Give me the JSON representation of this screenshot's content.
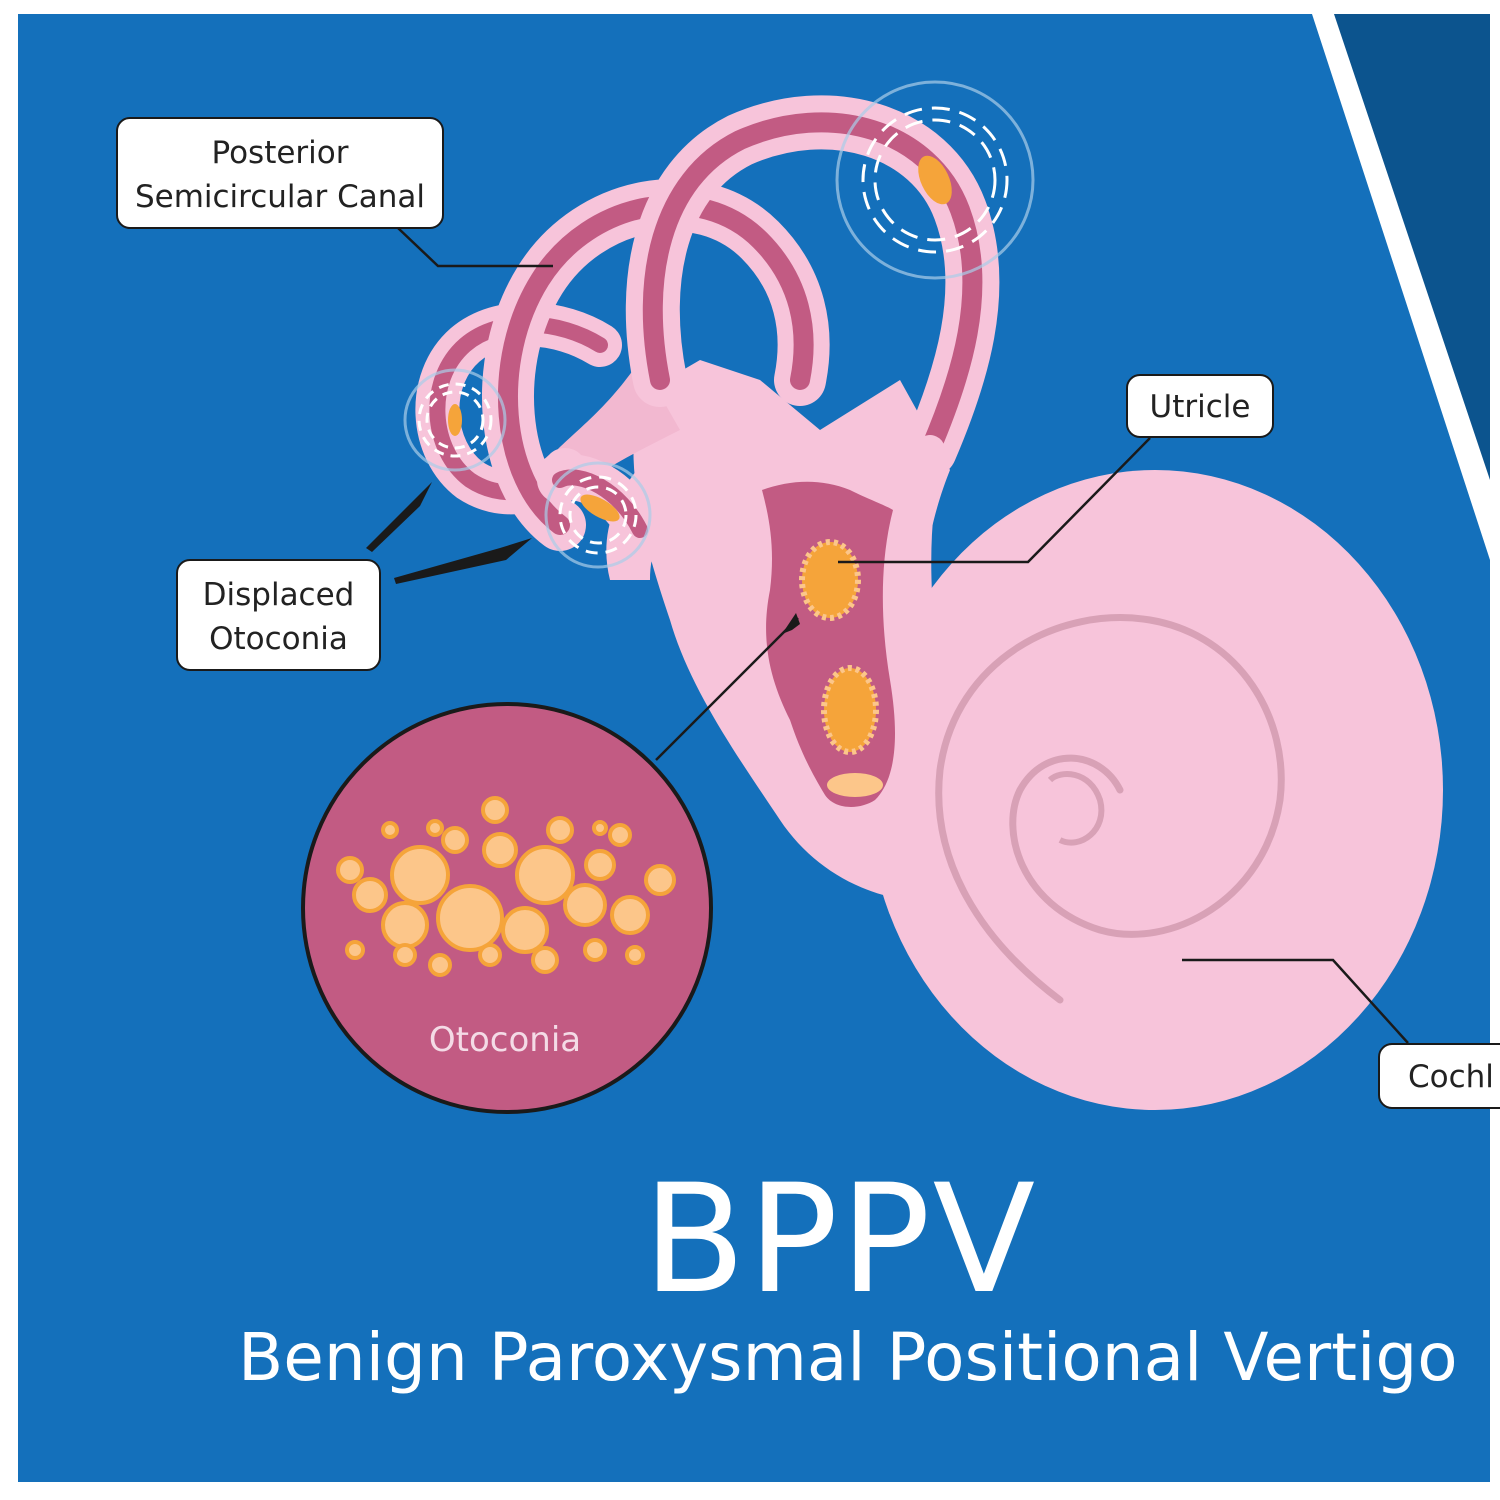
{
  "labels": {
    "posterior_line1": "Posterior",
    "posterior_line2": "Semicircular Canal",
    "utricle": "Utricle",
    "displaced_line1": "Displaced",
    "displaced_line2": "Otoconia",
    "cochlea": "Cochl",
    "otoconia_caption": "Otoconia"
  },
  "title": "BPPV",
  "subtitle": "Benign Paroxysmal Positional Vertigo",
  "colors": {
    "background_blue": "#1470bb",
    "corner_navy": "#0c548e",
    "pink_tissue": "#f7c4da",
    "canal_dark_pink": "#c25b83",
    "otoconia_orange": "#f5a43a",
    "otoconia_light": "#fcc68a",
    "label_border": "#1a1a1a"
  }
}
